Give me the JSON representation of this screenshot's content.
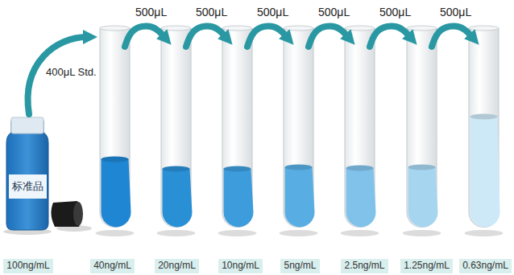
{
  "diagram": {
    "nodes": [
      {
        "text": [
          "标准品"
        ]
      },
      {
        "text": [
          "100ng/mL"
        ]
      },
      {
        "text": [
          "40ng/mL"
        ]
      },
      {
        "text": [
          "20ng/mL"
        ]
      },
      {
        "text": [
          "10ng/mL"
        ]
      },
      {
        "text": [
          "5ng/mL"
        ]
      },
      {
        "text": [
          "2.5ng/mL"
        ]
      },
      {
        "text": [
          "1.25ng/mL"
        ]
      },
      {
        "text": [
          "0.63ng/mL"
        ]
      }
    ],
    "labels": [
      "400μL Std.",
      "500μL",
      "500μL",
      "500μL",
      "500μL",
      "500μL",
      "500μL"
    ]
  }
}
